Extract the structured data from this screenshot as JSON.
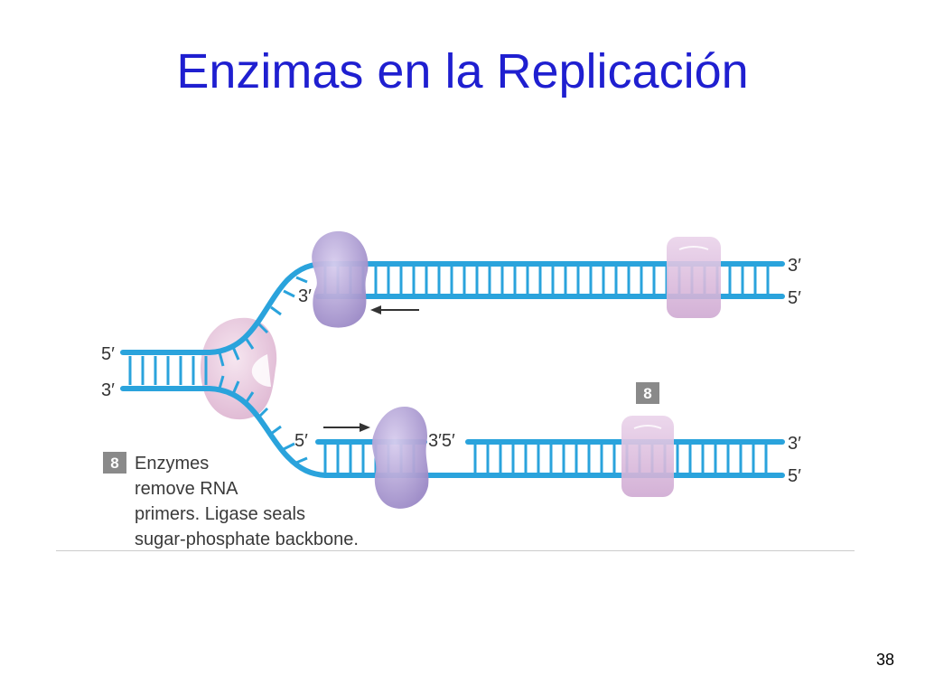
{
  "slide": {
    "title": "Enzimas en la Replicación",
    "page_number": "38"
  },
  "diagram": {
    "labels": {
      "left_top_5": "5′",
      "left_bottom_3": "3′",
      "upper_primer_end": "3′",
      "upper_right_top": "3′",
      "upper_right_bottom": "5′",
      "lower_left_5": "5′",
      "lower_gap": "3′5′",
      "lower_right_top": "3′",
      "lower_right_bottom": "5′"
    },
    "step_badge": "8",
    "caption_badge": "8",
    "caption_lines": [
      "Enzymes",
      "remove RNA",
      "primers. Ligase seals",
      "sugar-phosphate backbone."
    ],
    "colors": {
      "dna_strand": "#2aa3dc",
      "helicase": "#e7c6dc",
      "polymerase": "#a796cf",
      "ligase": "#d9b9dc",
      "badge": "#8a8a8a",
      "title": "#1f1fd0"
    }
  }
}
